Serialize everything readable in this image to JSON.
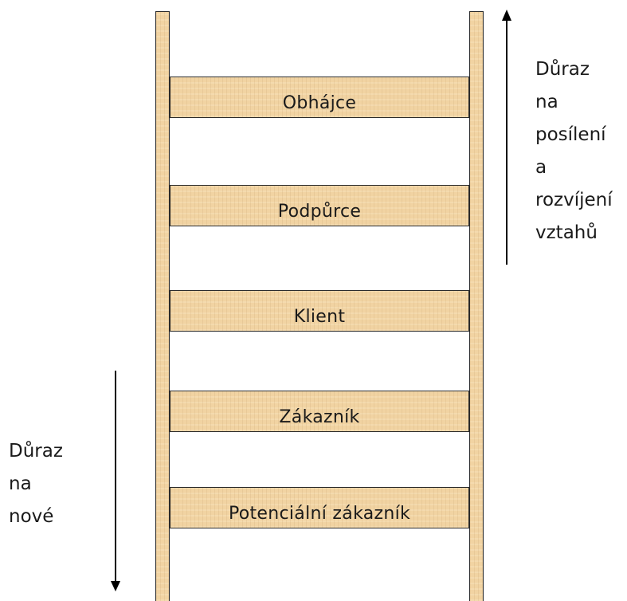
{
  "ladder": {
    "rungs": [
      "Obhájce",
      "Podpůrce",
      "Klient",
      "Zákazník",
      "Potenciální zákazník"
    ]
  },
  "arrows": {
    "up": {
      "direction": "up",
      "lines": [
        "Důraz",
        "na",
        "posílení",
        "a",
        "rozvíjení",
        "vztahů"
      ]
    },
    "down": {
      "direction": "down",
      "lines": [
        "Důraz",
        "na",
        "nové"
      ]
    }
  },
  "colors": {
    "wood": "#f1d3a2",
    "outline": "#2a2a2a",
    "text": "#1a1a1a"
  }
}
